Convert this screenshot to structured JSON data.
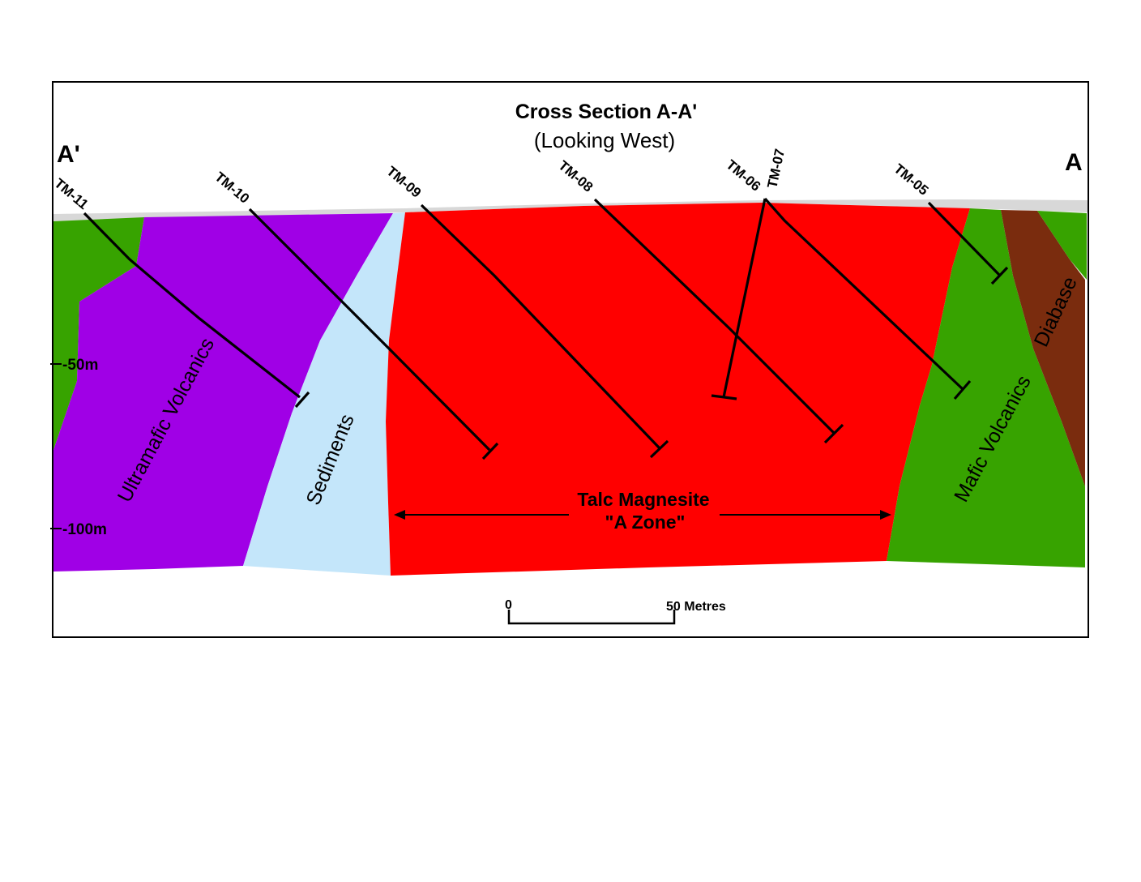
{
  "title": "Cross Section A-A'",
  "subtitle": "(Looking West)",
  "end_labels": {
    "left": "A'",
    "right": "A"
  },
  "colors": {
    "ultramafic": "#a000e6",
    "sediments": "#c4e6fa",
    "talc": "#ff0000",
    "mafic": "#37a300",
    "diabase": "#7a2c0e",
    "overburden": "#d8d8d8"
  },
  "units": {
    "ultramafic": "Ultramafic Volcanics",
    "sediments": "Sediments",
    "mafic": "Mafic Volcanics",
    "diabase": "Diabase"
  },
  "zone": {
    "line1": "Talc Magnesite",
    "line2": "\"A Zone\""
  },
  "depth_labels": {
    "d50": "-50m",
    "d100": "-100m"
  },
  "scale": {
    "start": "0",
    "end": "50 Metres"
  },
  "drill_holes": [
    {
      "id": "TM-11"
    },
    {
      "id": "TM-10"
    },
    {
      "id": "TM-09"
    },
    {
      "id": "TM-08"
    },
    {
      "id": "TM-06"
    },
    {
      "id": "TM-07"
    },
    {
      "id": "TM-05"
    }
  ]
}
